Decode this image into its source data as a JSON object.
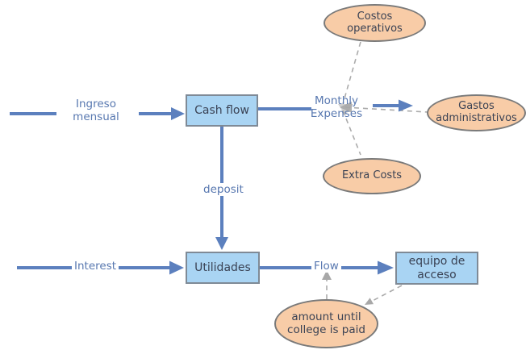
{
  "diagram": {
    "type": "data-flow-diagram",
    "nodes": {
      "cash_flow": {
        "label": "Cash flow",
        "shape": "process-rectangle"
      },
      "utilidades": {
        "label": "Utilidades",
        "shape": "process-rectangle"
      },
      "equipo_de_acceso": {
        "label": "equipo de acceso",
        "shape": "process-rectangle"
      },
      "costos_operativos": {
        "label": "Costos operativos",
        "shape": "entity-ellipse"
      },
      "gastos_administrativos": {
        "label": "Gastos administrativos",
        "shape": "entity-ellipse"
      },
      "extra_costs": {
        "label": "Extra Costs",
        "shape": "entity-ellipse"
      },
      "amount_until_college": {
        "label": "amount until college is paid",
        "shape": "entity-ellipse"
      }
    },
    "flow_labels": {
      "ingreso_mensual": "Ingreso mensual",
      "monthly_expenses": "Monthly Expenses",
      "deposit": "deposit",
      "interest": "Interest",
      "flow": "Flow"
    },
    "colors": {
      "process_fill": "#a9d4f3",
      "process_border": "#7f8a96",
      "entity_fill": "#f8cca7",
      "entity_border": "#7a7a7a",
      "solid_connector": "#5c80be",
      "dashed_connector": "#ababab",
      "flow_label_text": "#5878b0",
      "node_text": "#3a4254",
      "background": "#ffffff"
    }
  }
}
